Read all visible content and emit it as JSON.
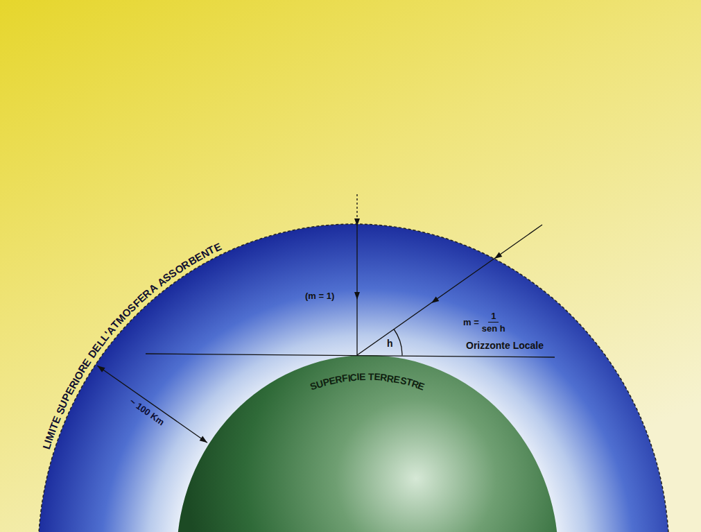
{
  "diagram": {
    "labels": [
      "LIMITE SUPERIORE DELL'ATMOSFERA ASSORBENTE",
      "(m = 1)",
      "m =",
      "1",
      "sen h",
      "h",
      "Orizzonte Locale",
      "SUPERFICIE TERRESTRE",
      "~ 100 Km"
    ]
  }
}
